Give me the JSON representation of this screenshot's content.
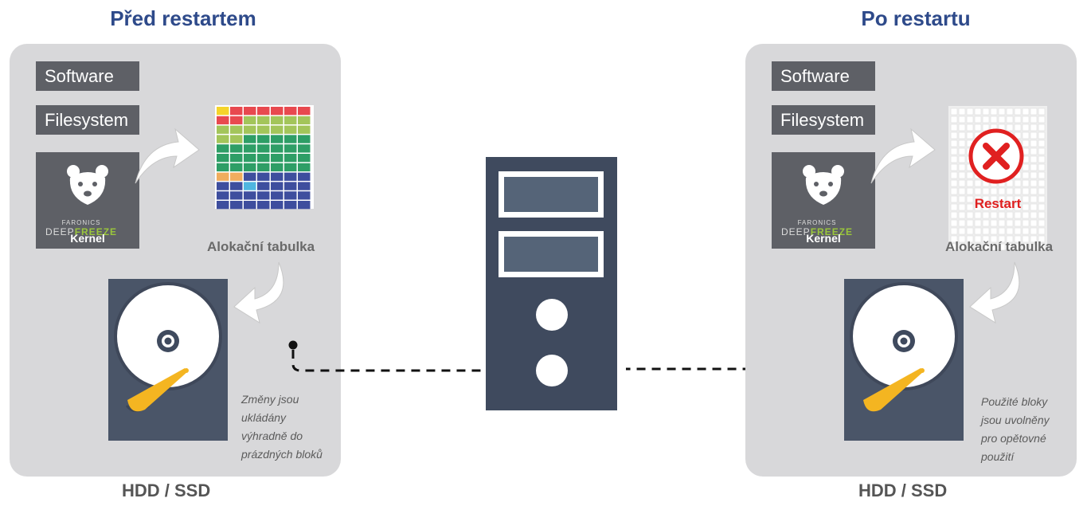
{
  "left": {
    "title": "Před restartem",
    "software_label": "Software",
    "filesystem_label": "Filesystem",
    "kernel": {
      "brand_prefix": "FARONICS",
      "brand_deep": "DEEP",
      "brand_freeze": "FREEZE",
      "label": "Kernel"
    },
    "table_caption": "Alokační tabulka",
    "note": [
      "Změny jsou",
      "ukládány",
      "výhradně do",
      "prázdných bloků"
    ],
    "hdd_label": "HDD / SSD"
  },
  "right": {
    "title": "Po restartu",
    "software_label": "Software",
    "filesystem_label": "Filesystem",
    "kernel": {
      "brand_prefix": "FARONICS",
      "brand_deep": "DEEP",
      "brand_freeze": "FREEZE",
      "label": "Kernel"
    },
    "table_caption": "Alokační tabulka",
    "restart_label": "Restart",
    "note": [
      "Použité bloky",
      "jsou uvolněny",
      "pro opětovné",
      "použití"
    ],
    "hdd_label": "HDD / SSD"
  },
  "colors": {
    "title": "#2e4a8a",
    "panel": "#d8d8da",
    "label_box": "#5e6066",
    "server": "#3f4a5e",
    "server_slot": "#556478",
    "disk": "#4a5568",
    "disk_arm": "#f4b521",
    "restart_red": "#e02020",
    "block_red": "#e8494f",
    "block_lightgreen": "#a3c55a",
    "block_green": "#2e9e66",
    "block_orange": "#f0ad5e",
    "block_blue": "#3e4e9e",
    "block_cyan": "#4fb6e0",
    "block_yellow": "#f5d42a"
  },
  "icons": [
    "bear-icon",
    "curved-arrow-icon",
    "hard-disk-icon",
    "server-icon",
    "close-icon"
  ]
}
